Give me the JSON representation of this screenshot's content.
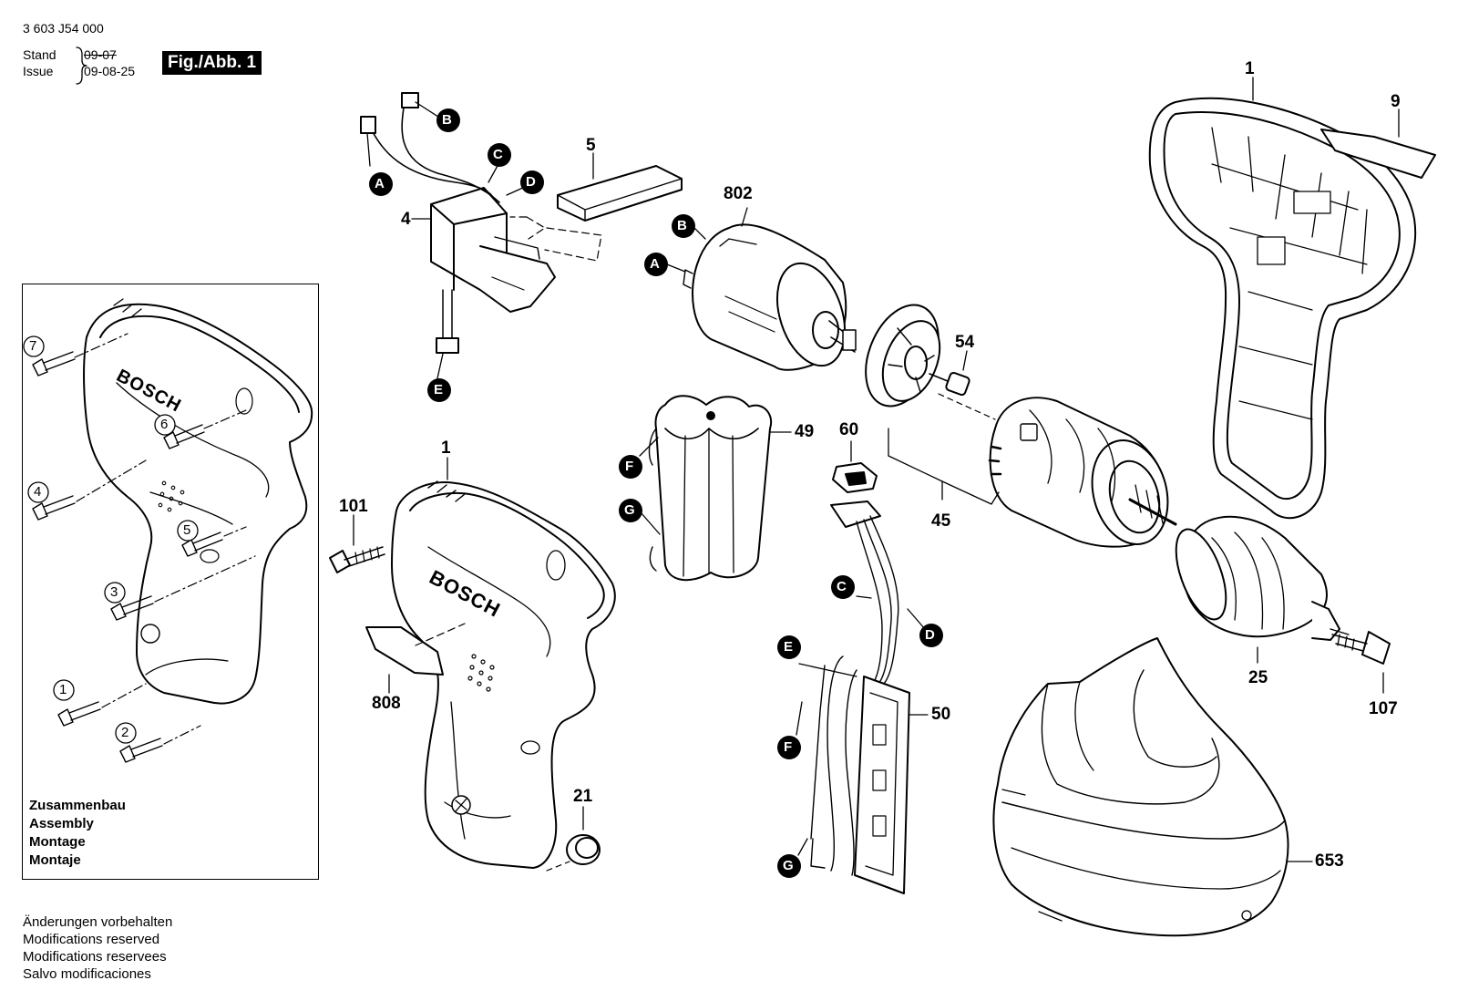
{
  "header": {
    "doc_number": "3 603 J54 000",
    "stand_label": "Stand",
    "issue_label": "Issue",
    "stand_date": "09-07",
    "issue_date": "09-08-25",
    "fig_label": "Fig./Abb. 1"
  },
  "callouts": {
    "p1": "1",
    "p1b": "1",
    "p4": "4",
    "p5": "5",
    "p9": "9",
    "p21": "21",
    "p25": "25",
    "p45": "45",
    "p49": "49",
    "p50": "50",
    "p54": "54",
    "p60": "60",
    "p101": "101",
    "p107": "107",
    "p653": "653",
    "p802": "802",
    "p808": "808"
  },
  "connectors": [
    "A",
    "B",
    "C",
    "D",
    "E",
    "F",
    "G"
  ],
  "inset": {
    "steps": [
      "1",
      "2",
      "3",
      "4",
      "5",
      "6",
      "7"
    ],
    "assembly": [
      "Zusammenbau",
      "Assembly",
      "Montage",
      "Montaje"
    ],
    "brand_text": "BOSCH"
  },
  "brand_text": "BOSCH",
  "footer": [
    "Änderungen vorbehalten",
    "Modifications reserved",
    "Modifications reservees",
    "Salvo modificaciones"
  ]
}
